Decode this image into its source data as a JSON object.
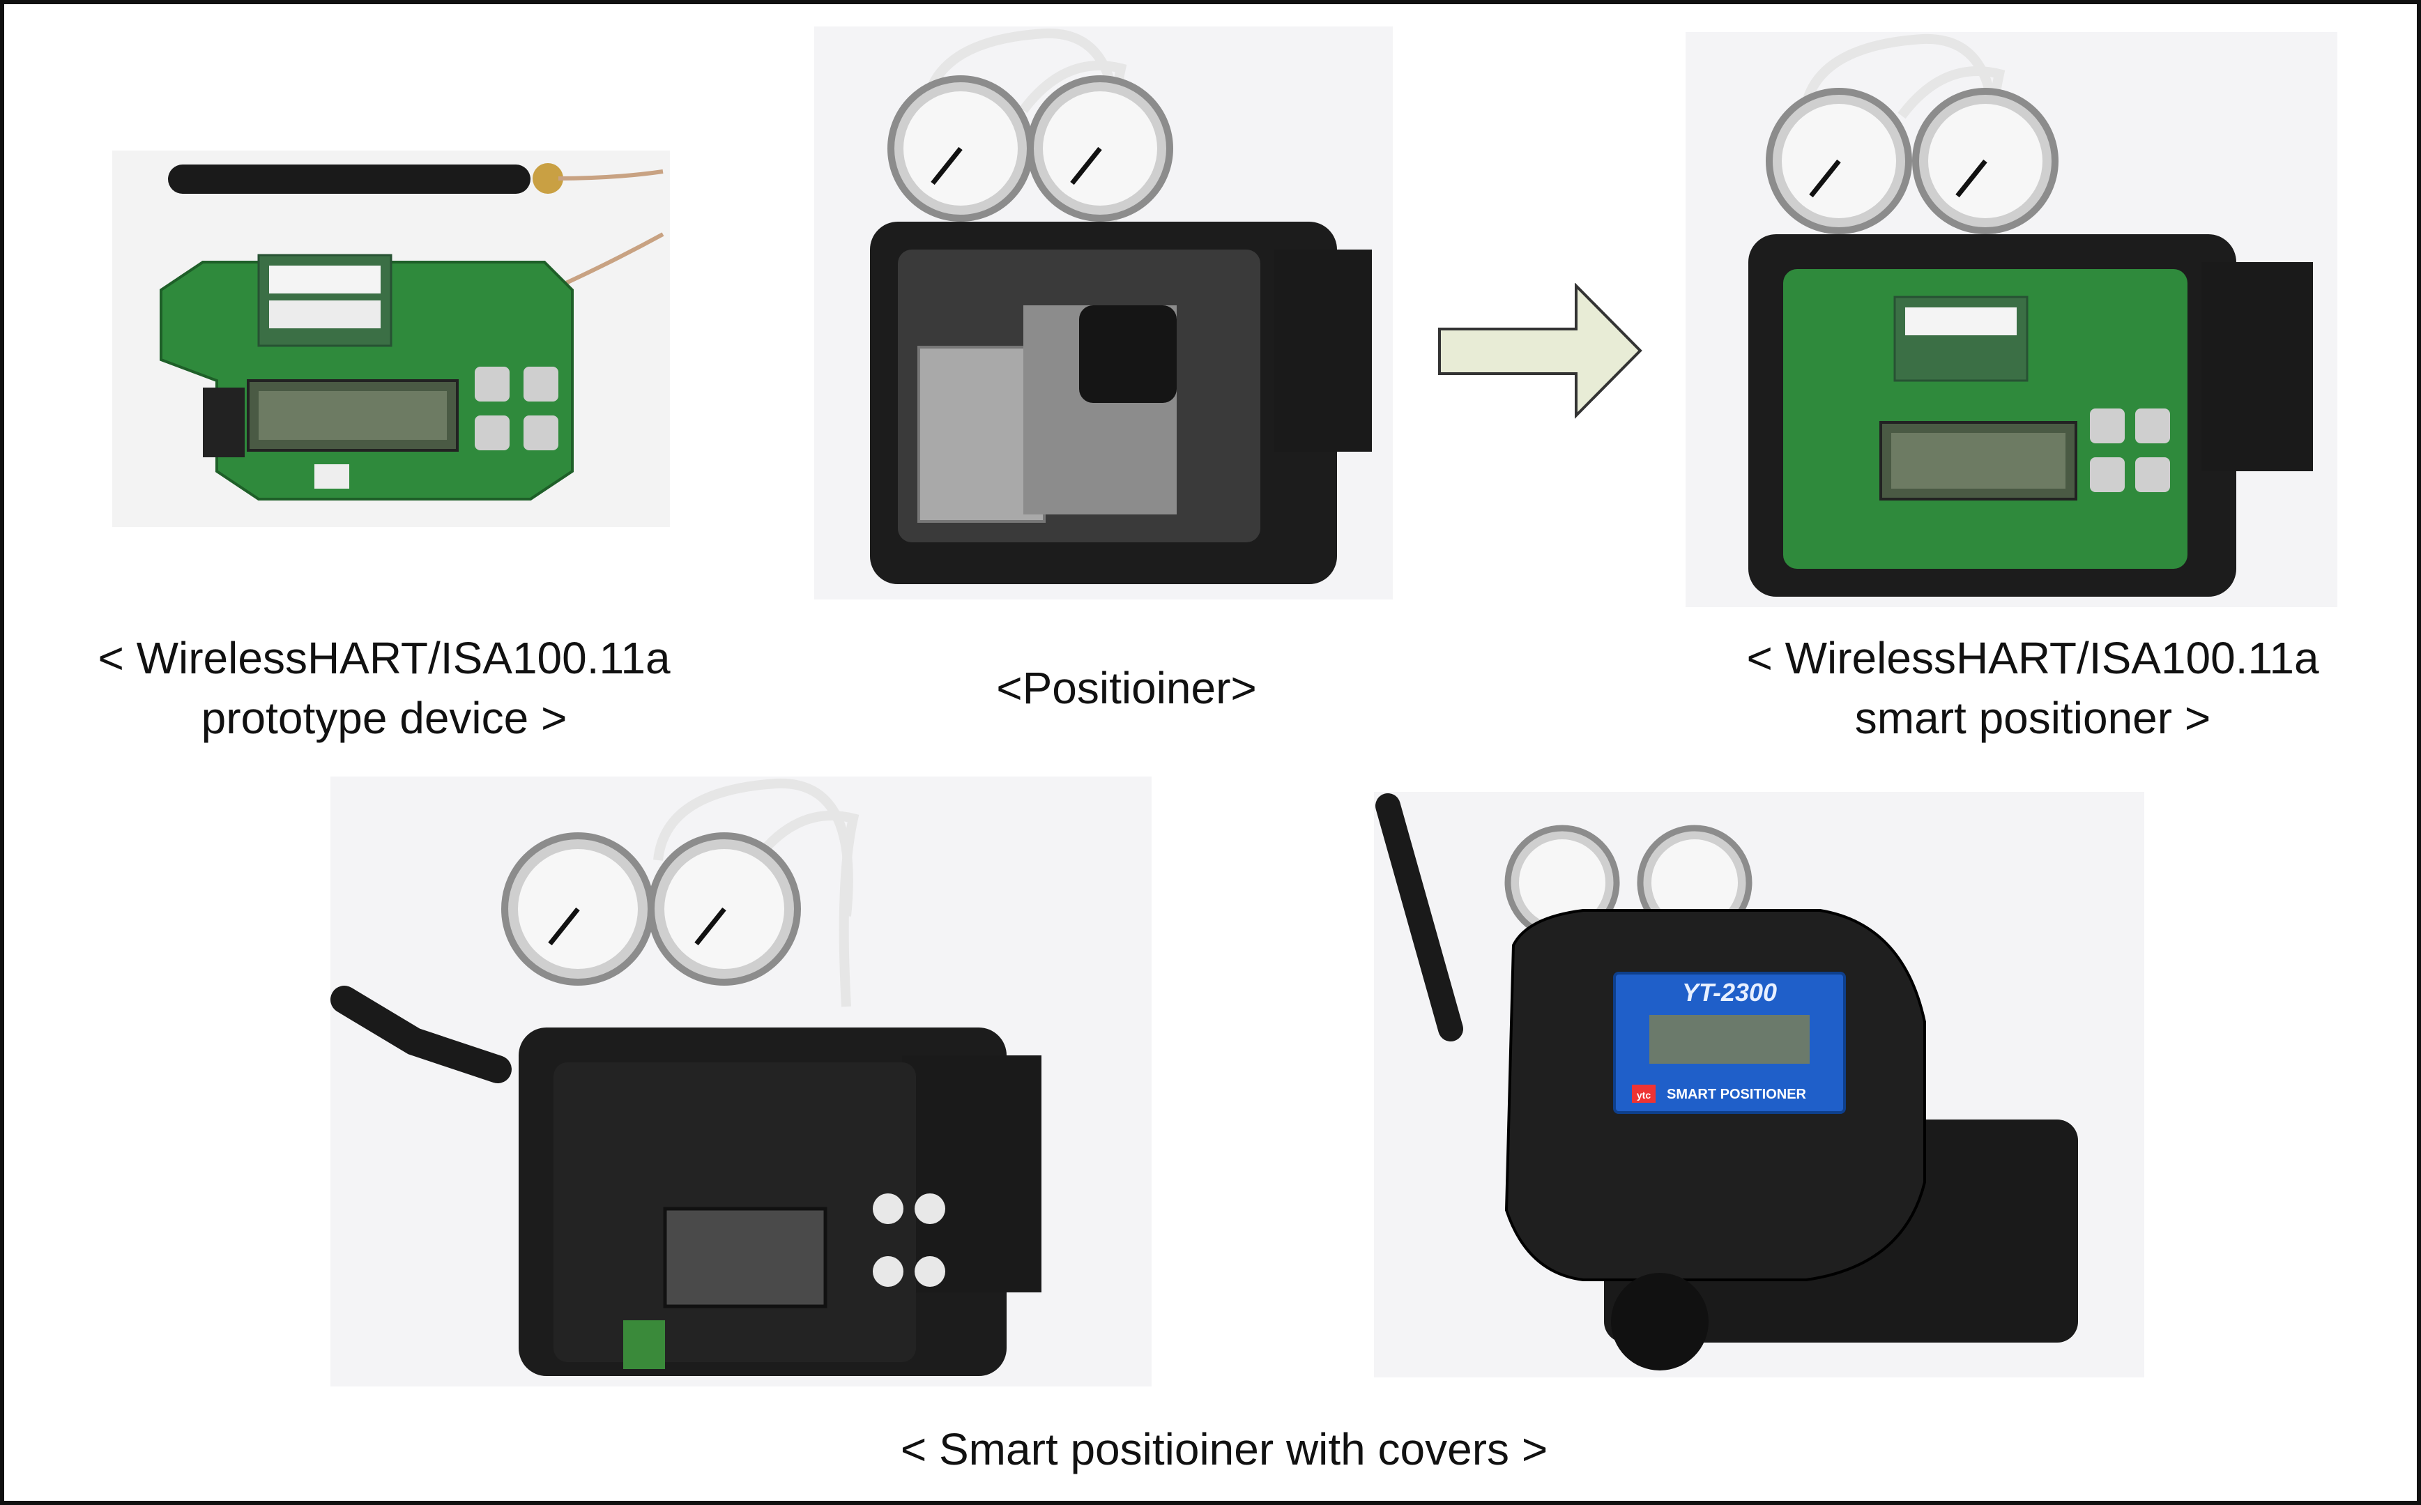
{
  "figure": {
    "panels": [
      {
        "id": "prototype",
        "caption_line1": "< WirelessHART/ISA100.11a",
        "caption_line2": "prototype device >"
      },
      {
        "id": "positioner",
        "caption_line1": "<Positioiner>"
      },
      {
        "id": "smart",
        "caption_line1": "< WirelessHART/ISA100.11a",
        "caption_line2": "smart positioner >"
      }
    ],
    "bottom_caption": "< Smart positioiner with covers >",
    "cover_label": {
      "model": "YT-2300",
      "brand": "ytc",
      "product": "SMART POSITIONER"
    },
    "arrow_color": "#e8ecd6"
  }
}
